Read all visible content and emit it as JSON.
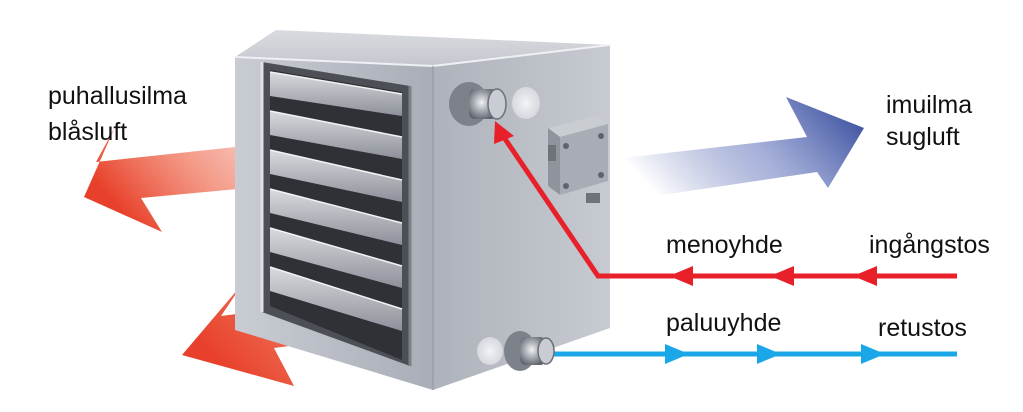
{
  "labels": {
    "supply_air_fi": "puhallusilma",
    "supply_air_sv": "blåsluft",
    "intake_air_fi": "imuilma",
    "intake_air_sv": "sugluft",
    "flow_fi": "menoyhde",
    "flow_sv": "ingångstos",
    "return_fi": "paluuyhde",
    "return_sv": "retustos"
  },
  "colors": {
    "flow_pipe": "#e8202a",
    "return_pipe": "#1aa7e8",
    "warm_air": "#e8402a",
    "intake_air": "#3a4f9e",
    "housing": "#b9bcc4",
    "text": "#111111"
  },
  "icons": {
    "flow_connector": "pipe-connector-icon",
    "return_connector": "pipe-connector-icon",
    "junction_box": "junction-box-icon"
  }
}
